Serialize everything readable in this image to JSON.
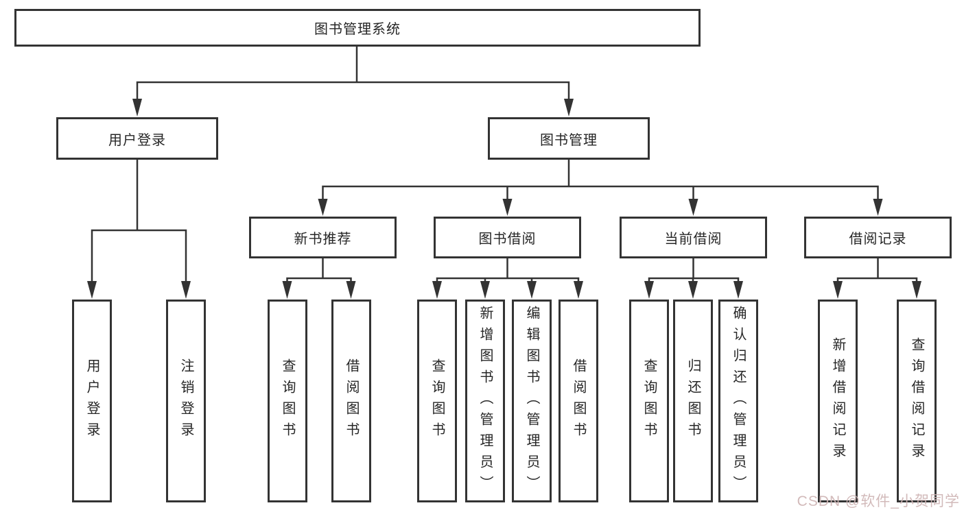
{
  "diagram_title": "图书管理系统",
  "nodes": {
    "root": "图书管理系统",
    "userLogin": "用户登录",
    "bookMgmt": "图书管理",
    "newBookRec": "新书推荐",
    "bookBorrow": "图书借阅",
    "currentBorrow": "当前借阅",
    "borrowRecords": "借阅记录",
    "g1": [
      "用户登录",
      "注销登录"
    ],
    "g2": [
      "查询图书",
      "借阅图书"
    ],
    "g3": [
      "查询图书",
      "新增图书（管理员）",
      "编辑图书（管理员）",
      "借阅图书"
    ],
    "g4": [
      "查询图书",
      "归还图书",
      "确认归还（管理员）"
    ],
    "g5": [
      "新增借阅记录",
      "查询借阅记录"
    ]
  },
  "watermark": "CSDN @软件_小贺同学",
  "colors": {
    "line": "#333333",
    "box_border": "#333333",
    "text": "#262626",
    "background": "#ffffff",
    "watermark": "#ceb4b4"
  }
}
